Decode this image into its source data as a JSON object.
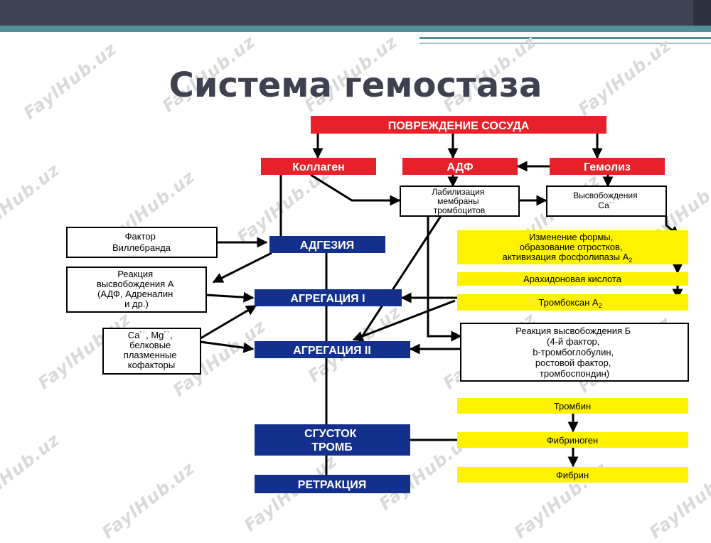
{
  "slide": {
    "title": "Система гемостаза",
    "watermark": "FaylHub.uz",
    "colors": {
      "red": "#e8202a",
      "blue": "#13308c",
      "yellow": "#fff200",
      "dark": "#3d4352",
      "teal": "#4f8f95"
    }
  },
  "nodes": {
    "damage": "ПОВРЕЖДЕНИЕ СОСУДА",
    "collagen": "Коллаген",
    "adp": "АДФ",
    "hemolysis": "Гемолиз",
    "labilization": [
      "Лабилизация",
      "мембраны",
      "тромбоцитов"
    ],
    "release_ca": [
      "Высвобождения",
      "Са˙˙"
    ],
    "willebrand": [
      "Фактор",
      "Виллебранда"
    ],
    "adhesion": "АДГЕЗИЯ",
    "shape_change": [
      "Изменение формы,",
      "образование отростков,",
      "активизация фосфолипазы А"
    ],
    "shape_change_sub": "2",
    "arachidonic": "Арахидоновая кислота",
    "release_a": [
      "Реакция",
      "высвобождения А",
      "(АДФ, Адреналин",
      "и др.)"
    ],
    "aggregation1": "АГРЕГАЦИЯ I",
    "thromboxane": "Тромбоксан А",
    "thromboxane_sub": "2",
    "cofactors": [
      "Са˙˙, Mg˙˙,",
      "белковые",
      "плазменные",
      "кофакторы"
    ],
    "aggregation2": "АГРЕГАЦИЯ II",
    "release_b": [
      "Реакция высвобождения Б",
      "(4-й фактор,",
      "b-тромбоглобулин,",
      "ростовой фактор,",
      "тромбоспондин)"
    ],
    "thrombin": "Тромбин",
    "clot": [
      "СГУСТОК",
      "ТРОМБ"
    ],
    "fibrinogen": "Фибриноген",
    "fibrin": "Фибрин",
    "retraction": "РЕТРАКЦИЯ"
  }
}
